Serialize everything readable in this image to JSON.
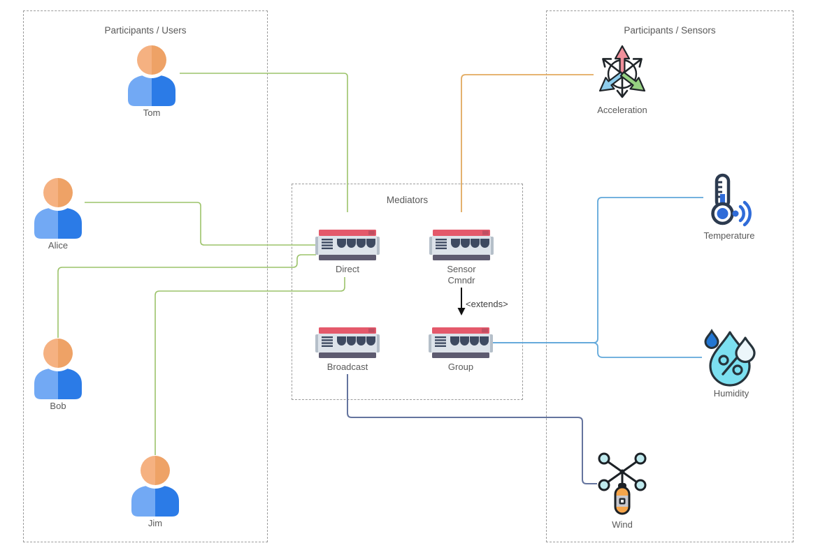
{
  "groups": {
    "users": {
      "title": "Participants / Users"
    },
    "mediators": {
      "title": "Mediators"
    },
    "sensors": {
      "title": "Participants / Sensors"
    }
  },
  "nodes": {
    "tom": {
      "label": "Tom"
    },
    "alice": {
      "label": "Alice"
    },
    "bob": {
      "label": "Bob"
    },
    "jim": {
      "label": "Jim"
    },
    "direct": {
      "label": "Direct"
    },
    "sensor_cmndr": {
      "label_line1": "Sensor",
      "label_line2": "Cmndr"
    },
    "broadcast": {
      "label": "Broadcast"
    },
    "group": {
      "label": "Group"
    },
    "acceleration": {
      "label": "Acceleration"
    },
    "temperature": {
      "label": "Temperature"
    },
    "humidity": {
      "label": "Humidity"
    },
    "wind": {
      "label": "Wind"
    }
  },
  "annotations": {
    "extends": "<extends>"
  },
  "edges": [
    {
      "from": "Tom",
      "to": "Direct"
    },
    {
      "from": "Alice",
      "to": "Direct"
    },
    {
      "from": "Bob",
      "to": "Direct"
    },
    {
      "from": "Jim",
      "to": "Direct"
    },
    {
      "from": "Sensor Cmndr",
      "to": "Acceleration"
    },
    {
      "from": "Group",
      "to": "Temperature"
    },
    {
      "from": "Group",
      "to": "Humidity"
    },
    {
      "from": "Broadcast",
      "to": "Wind"
    },
    {
      "from": "Sensor Cmndr",
      "to": "Group",
      "label": "<extends>"
    }
  ],
  "colors": {
    "link-user": "#9cc36a",
    "link-sensor-cmndr": "#e2aa5f",
    "link-group": "#61a8da",
    "link-broadcast": "#64749e",
    "box-border": "#9b9b9b",
    "label-text": "#595959"
  }
}
